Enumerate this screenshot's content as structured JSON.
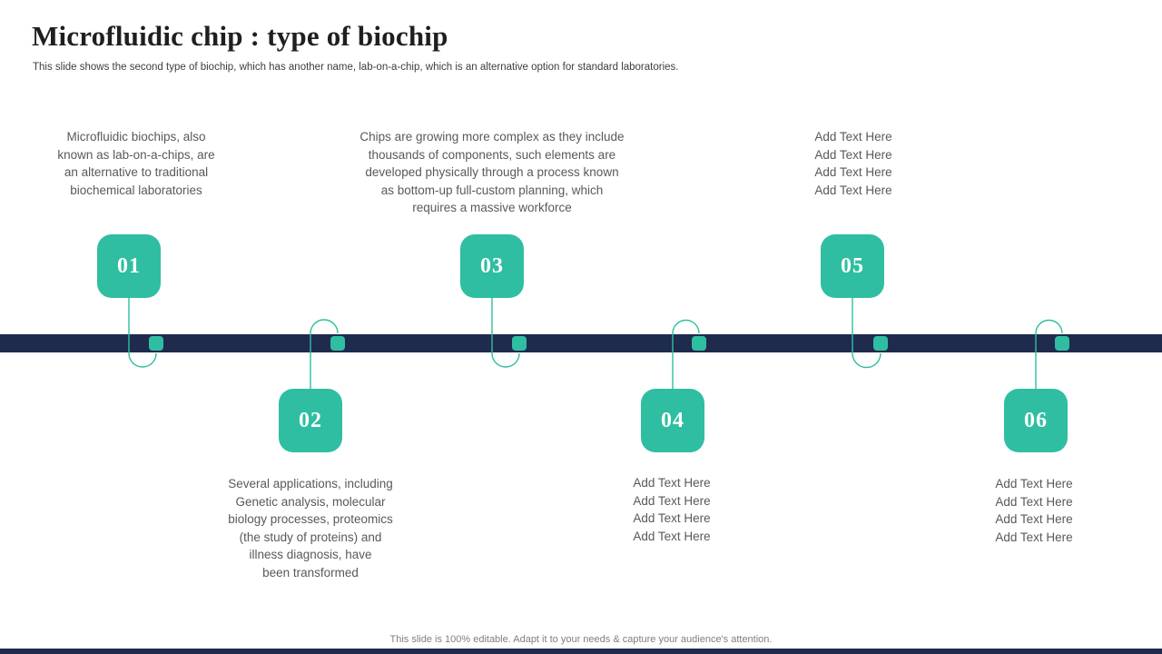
{
  "colors": {
    "teal": "#2fbea1",
    "navy": "#1f2b4d",
    "title_text": "#1f1f1f",
    "body_text": "#595959",
    "footer_text": "#7f7f7f"
  },
  "header": {
    "title": "Microfluidic chip : type of biochip",
    "subtitle": "This slide shows the second type of biochip, which has another name, lab-on-a-chip, which is an alternative option for standard laboratories."
  },
  "timeline": {
    "items": [
      {
        "number": "01",
        "position": "top",
        "lines": [
          "Microfluidic biochips, also",
          "known as lab-on-a-chips, are",
          "an alternative to traditional",
          "biochemical laboratories"
        ]
      },
      {
        "number": "02",
        "position": "bottom",
        "lines": [
          "Several applications, including",
          "Genetic analysis, molecular",
          "biology processes, proteomics",
          "(the study of proteins) and",
          "illness diagnosis, have",
          "been transformed"
        ]
      },
      {
        "number": "03",
        "position": "top",
        "lines": [
          "Chips are growing more complex as they include",
          "thousands of components, such elements are",
          "developed physically through a process known",
          "as bottom-up full-custom planning, which",
          "requires a massive workforce"
        ]
      },
      {
        "number": "04",
        "position": "bottom",
        "lines": [
          "Add Text Here",
          "Add Text Here",
          "Add Text Here",
          "Add Text Here"
        ]
      },
      {
        "number": "05",
        "position": "top",
        "lines": [
          "Add Text Here",
          "Add Text Here",
          "Add Text Here",
          "Add Text Here"
        ]
      },
      {
        "number": "06",
        "position": "bottom",
        "lines": [
          "Add Text Here",
          "Add Text Here",
          "Add Text Here",
          "Add Text Here"
        ]
      }
    ]
  },
  "footer": {
    "note": "This slide is 100% editable. Adapt it to your needs & capture your audience's attention."
  }
}
